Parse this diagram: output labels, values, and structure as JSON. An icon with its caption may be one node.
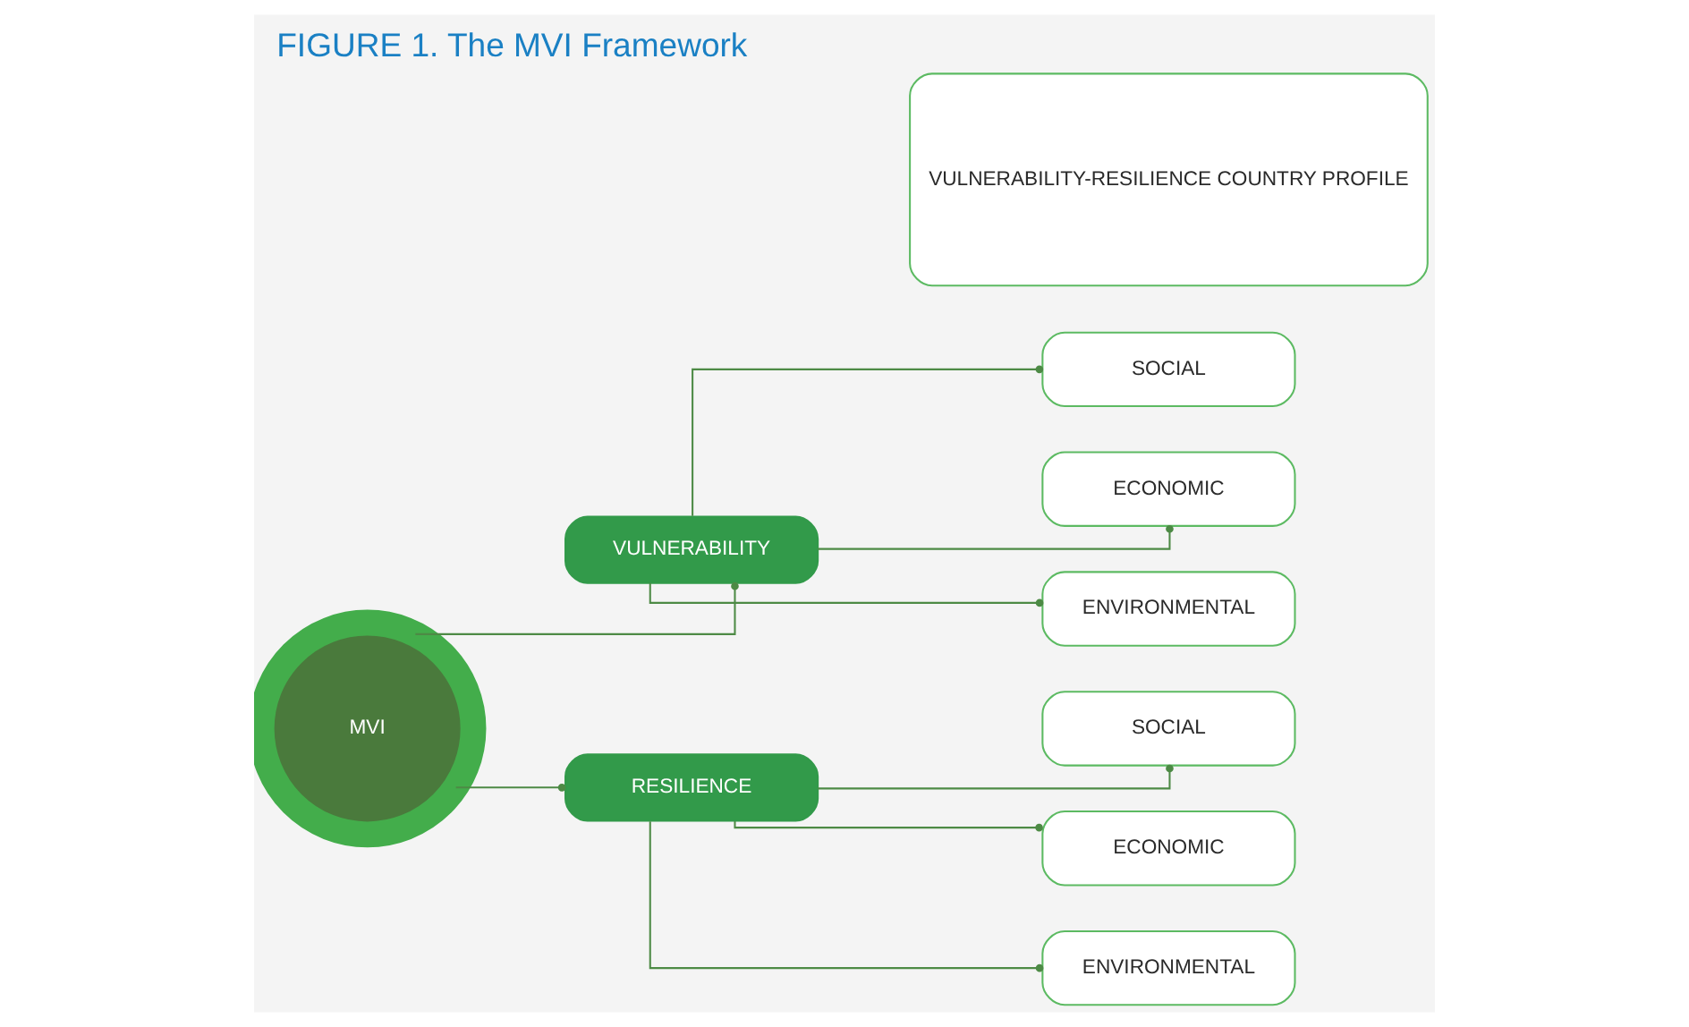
{
  "diagram": {
    "title": "FIGURE 1. The MVI Framework",
    "nodes": [
      {
        "text": [
          "MVI"
        ]
      },
      {
        "text": [
          "VULNERABILITY"
        ]
      },
      {
        "text": [
          "RESILIENCE"
        ]
      },
      {
        "text": [
          "SOCIAL"
        ]
      },
      {
        "text": [
          "ECONOMIC"
        ]
      },
      {
        "text": [
          "ENVIRONMENTAL"
        ]
      },
      {
        "text": [
          "SOCIAL"
        ]
      },
      {
        "text": [
          "ECONOMIC"
        ]
      },
      {
        "text": [
          "ENVIRONMENTAL"
        ]
      },
      {
        "text": [
          "VULNERABILITY-RESILIENCE COUNTRY PROFILE"
        ]
      }
    ],
    "edges": [
      {
        "from": 0,
        "to": 1,
        "arrow": "other"
      },
      {
        "from": 0,
        "to": 2,
        "arrow": "other"
      },
      {
        "from": 1,
        "to": 3,
        "arrow": "other"
      },
      {
        "from": 1,
        "to": 4,
        "arrow": "other"
      },
      {
        "from": 1,
        "to": 5,
        "arrow": "other"
      },
      {
        "from": 2,
        "to": 6,
        "arrow": "other"
      },
      {
        "from": 2,
        "to": 7,
        "arrow": "other"
      },
      {
        "from": 2,
        "to": 8,
        "arrow": "other"
      }
    ]
  }
}
